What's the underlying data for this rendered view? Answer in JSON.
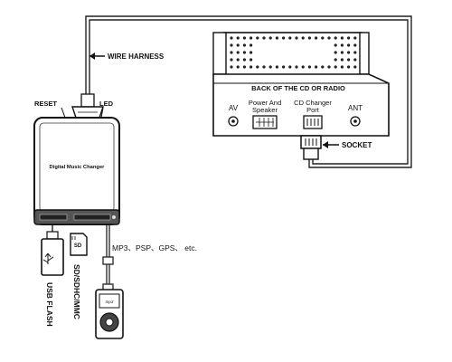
{
  "labels": {
    "wire_harness": "WIRE HARNESS",
    "reset": "RESET",
    "led": "LED",
    "device_name": "Digital Music Changer",
    "back_of_unit": "BACK OF THE CD OR RADIO",
    "av": "AV",
    "power_speaker_1": "Power And",
    "power_speaker_2": "Speaker",
    "cd_port_1": "CD Changer",
    "cd_port_2": "Port",
    "ant": "ANT",
    "socket": "SOCKET",
    "devices": "MP3、PSP、GPS、 etc.",
    "usb": "USB FLASH",
    "sd": "SD/SDHC/MMC"
  },
  "icons": {
    "arrow": "arrow-left-icon",
    "usb_stick": "usb-stick-icon",
    "sd_card": "sd-card-icon",
    "mp3_player": "mp3-player-icon"
  }
}
